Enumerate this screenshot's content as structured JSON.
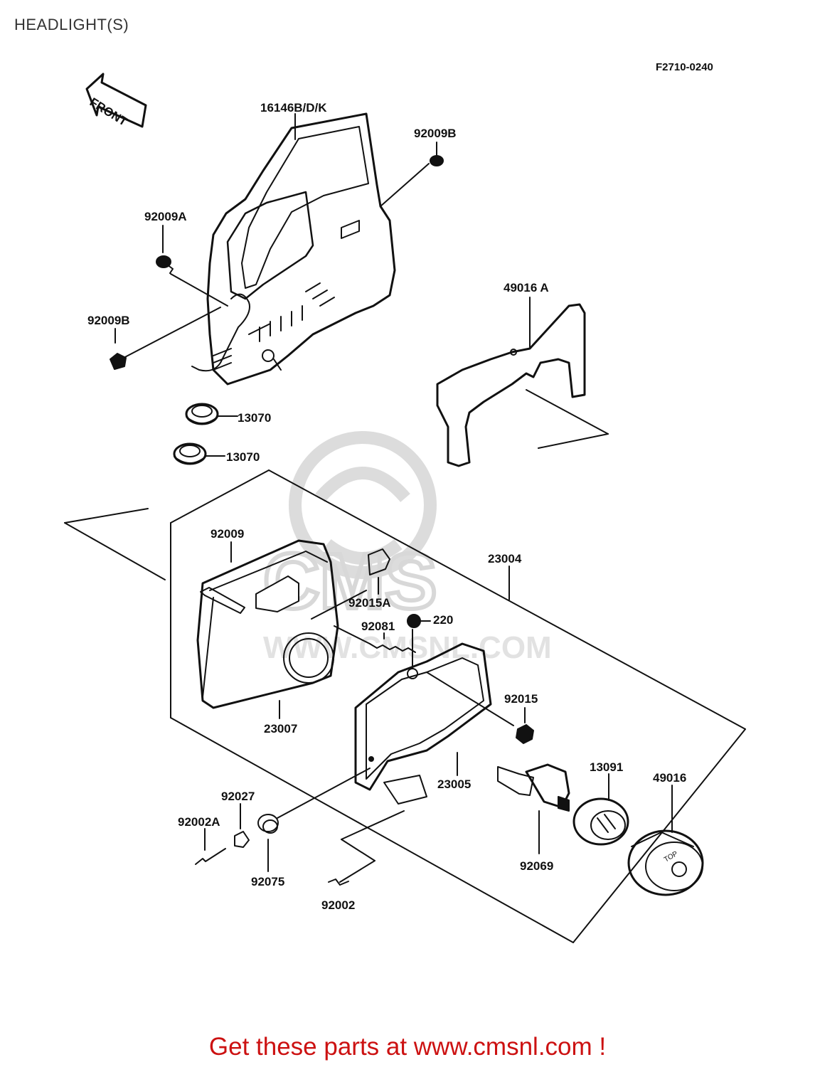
{
  "title": "HEADLIGHT(S)",
  "figure_code": "F2710-0240",
  "front_arrow_label": "FRONT",
  "parts": {
    "p16146": "16146B/D/K",
    "p92009B_top": "92009B",
    "p92009A": "92009A",
    "p92009B_left": "92009B",
    "p49016A": "49016 A",
    "p13070_a": "13070",
    "p13070_b": "13070",
    "p92009": "92009",
    "p23004": "23004",
    "p92015A": "92015A",
    "p220": "220",
    "p92081": "92081",
    "p92015": "92015",
    "p23007": "23007",
    "p23005": "23005",
    "p13091": "13091",
    "p49016": "49016",
    "p92027": "92027",
    "p92002A": "92002A",
    "p92075": "92075",
    "p92069": "92069",
    "p92002": "92002"
  },
  "socket_mark": "TOP",
  "watermark": {
    "brand": "CMS",
    "url": "WWW.CMSNL.COM"
  },
  "footer": {
    "text": "Get these parts at www.cmsnl.com !",
    "color": "#cc1111"
  }
}
